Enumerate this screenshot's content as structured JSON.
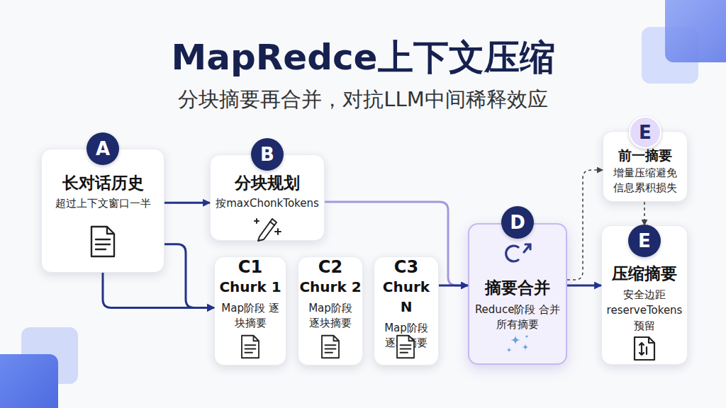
{
  "diagram": {
    "title": "MapRedce上下文压缩",
    "caption": "分块摘要再合并，对抗LLM中间稀释效应",
    "nodes": [
      {
        "text": [
          "A",
          "长对话历史",
          "超过上下文窗口一半"
        ]
      },
      {
        "text": [
          "B",
          "分块规划",
          "按maxChonkTokens"
        ]
      },
      {
        "text": [
          "C1",
          "Churk 1",
          "Map阶段 逐块摘要"
        ]
      },
      {
        "text": [
          "C2",
          "Churk 2",
          "Map阶段 逐块摘要"
        ]
      },
      {
        "text": [
          "C3",
          "Churk N",
          "Map阶段 逐块摘要"
        ]
      },
      {
        "text": [
          "D",
          "摘要合并",
          "Reduce阶段 合并所有摘要"
        ]
      },
      {
        "text": [
          "E",
          "前一摘要",
          "增量压缩避免 信息累积损失"
        ]
      },
      {
        "text": [
          "E",
          "压缩摘要",
          "安全边距 reserveTokens 预留"
        ]
      }
    ],
    "edges": [
      {
        "from": 0,
        "to": 1,
        "arrow": "to"
      },
      {
        "from": 0,
        "to": 2,
        "arrow": "to"
      },
      {
        "from": 0,
        "to": 2,
        "arrow": "to"
      },
      {
        "from": 1,
        "to": 5,
        "arrow": "to"
      },
      {
        "from": 4,
        "to": 5,
        "arrow": "to"
      },
      {
        "from": 5,
        "to": 7,
        "arrow": "to"
      },
      {
        "from": 5,
        "to": 6,
        "arrow": "to"
      },
      {
        "from": 6,
        "to": 7,
        "arrow": "to"
      }
    ]
  }
}
